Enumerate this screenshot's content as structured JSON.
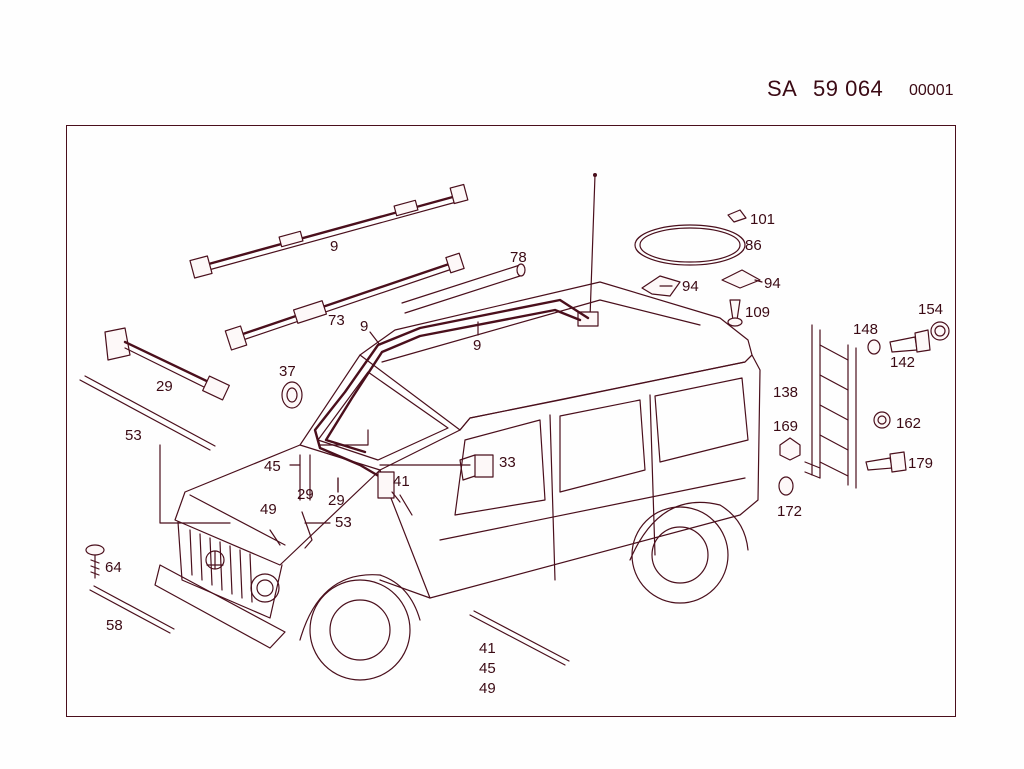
{
  "header": {
    "prefix": "SA",
    "number": "59 064",
    "sheet": "00001"
  },
  "callouts": {
    "c9a": "9",
    "c9b": "9",
    "c9c": "9",
    "c78": "78",
    "c73": "73",
    "c29a": "29",
    "c29b": "29",
    "c29c": "29",
    "c37": "37",
    "c53a": "53",
    "c53b": "53",
    "c45a": "45",
    "c45b": "45",
    "c49a": "49",
    "c49b": "49",
    "c41a": "41",
    "c41b": "41",
    "c33": "33",
    "c64": "64",
    "c58": "58",
    "c101": "101",
    "c86": "86",
    "c94a": "94",
    "c94b": "94",
    "c109": "109",
    "c154": "154",
    "c148": "148",
    "c142": "142",
    "c138": "138",
    "c169": "169",
    "c162": "162",
    "c179": "179",
    "c172": "172"
  },
  "colors": {
    "ink": "#4a0f1c",
    "paper": "#fefefe"
  }
}
